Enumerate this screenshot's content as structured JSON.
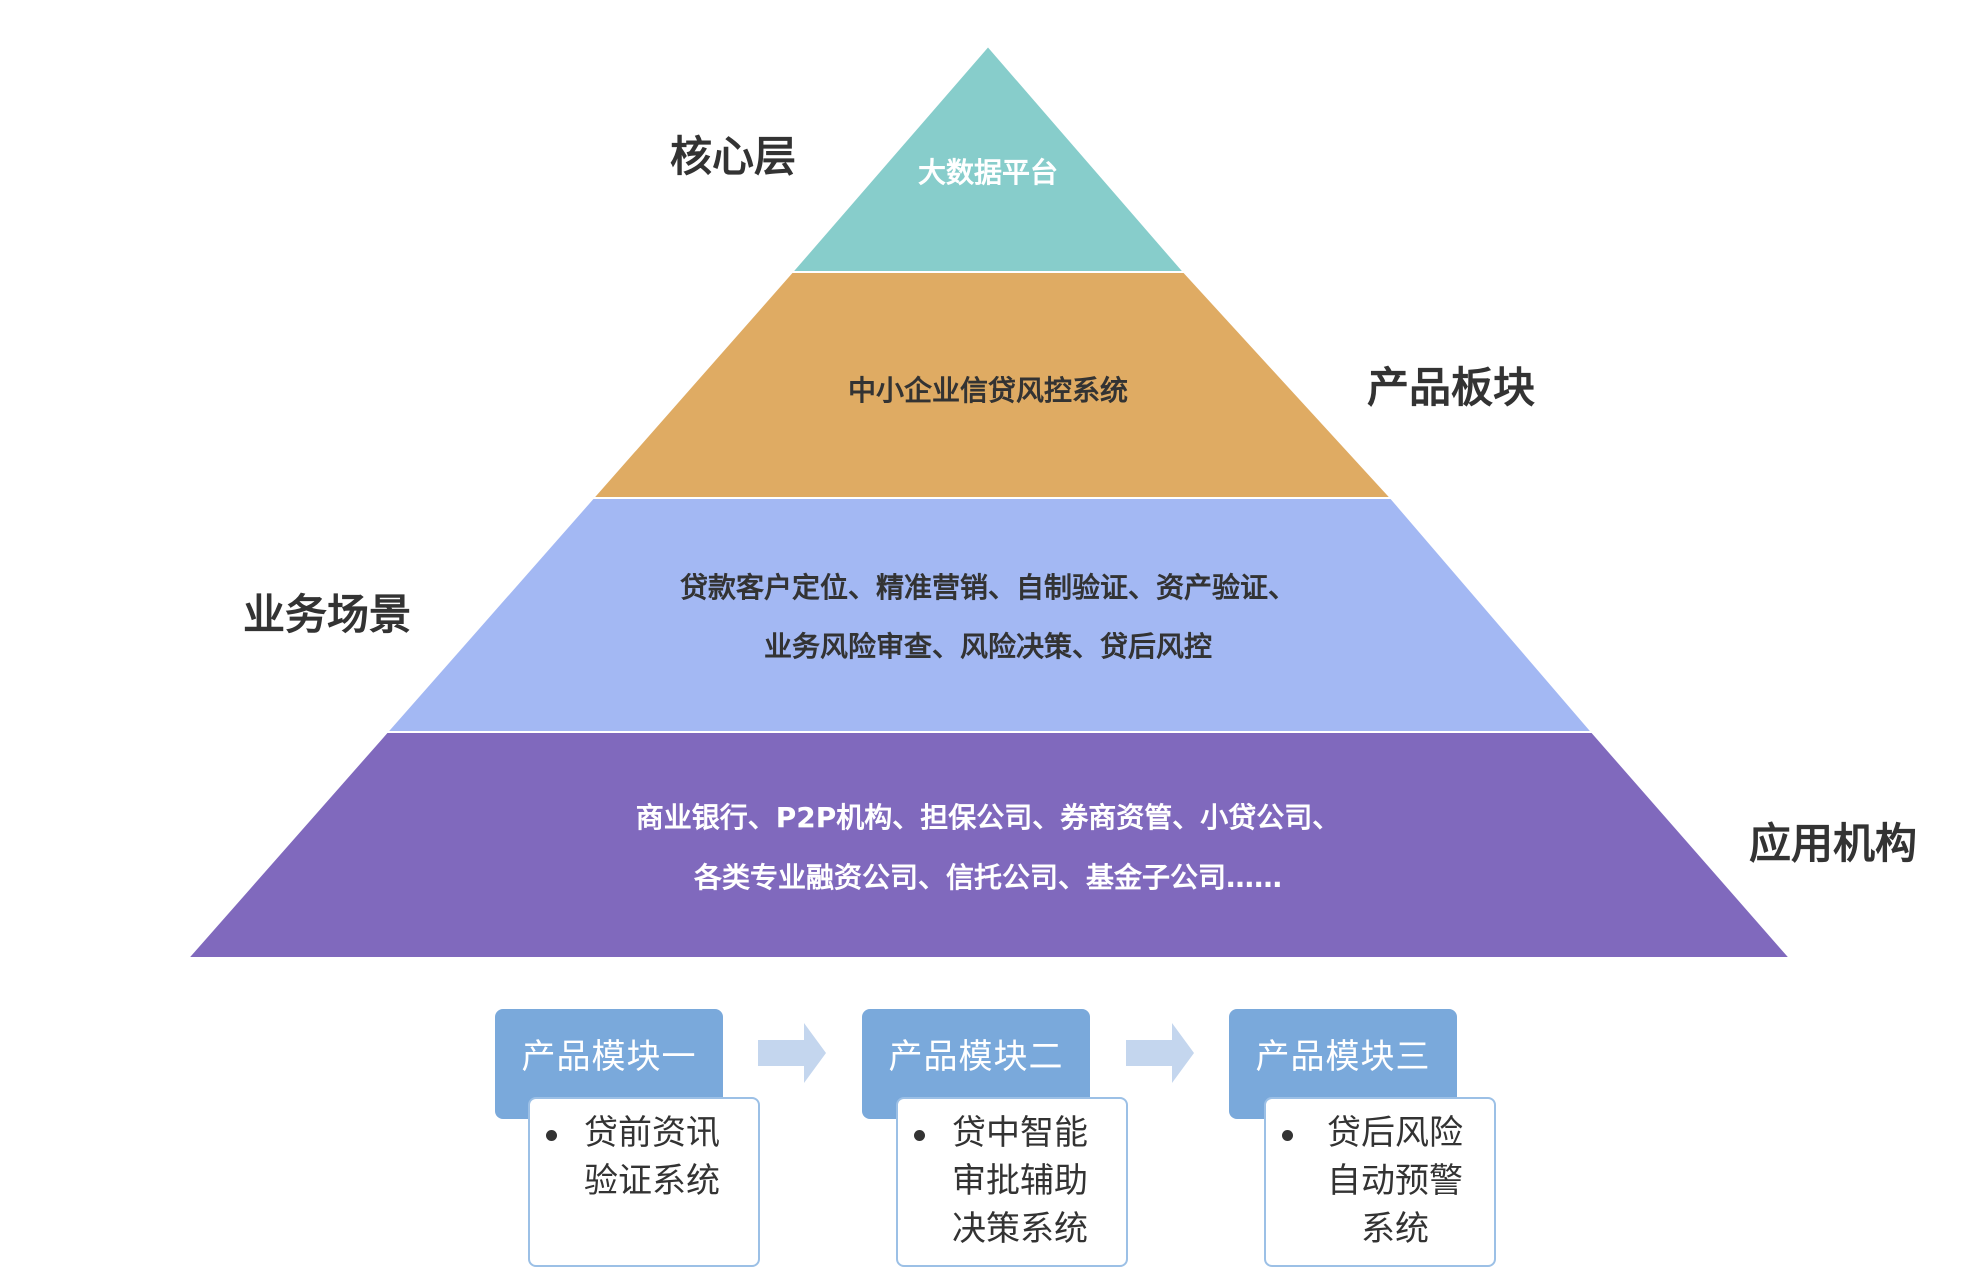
{
  "colors": {
    "core_layer": "#87cdcb",
    "product_layer": "#dfab63",
    "scenario_layer": "#a3b8f3",
    "institution_layer": "#8069bd",
    "module_head": "#7aa9db",
    "module_border": "#9cc0e6",
    "arrow": "#c4d6ee",
    "label_text": "#333333"
  },
  "pyramid": {
    "layers": [
      {
        "id": "core",
        "lines": [
          "大数据平台"
        ],
        "text_color": "#ffffff"
      },
      {
        "id": "product",
        "lines": [
          "中小企业信贷风控系统"
        ],
        "text_color": "#333333"
      },
      {
        "id": "scenario",
        "lines": [
          "贷款客户定位、精准营销、自制验证、资产验证、",
          "业务风险审查、风险决策、贷后风控"
        ],
        "text_color": "#333333"
      },
      {
        "id": "institution",
        "lines": [
          "商业银行、P2P机构、担保公司、券商资管、小贷公司、",
          "各类专业融资公司、信托公司、基金子公司……"
        ],
        "text_color": "#ffffff"
      }
    ]
  },
  "side_labels": {
    "core": "核心层",
    "product": "产品板块",
    "scenario": "业务场景",
    "institution": "应用机构"
  },
  "modules": [
    {
      "title": "产品模块一",
      "content": "贷前资讯\n验证系统"
    },
    {
      "title": "产品模块二",
      "content": "贷中智能\n审批辅助\n决策系统"
    },
    {
      "title": "产品模块三",
      "content": "贷后风险\n自动预警\n系统"
    }
  ]
}
